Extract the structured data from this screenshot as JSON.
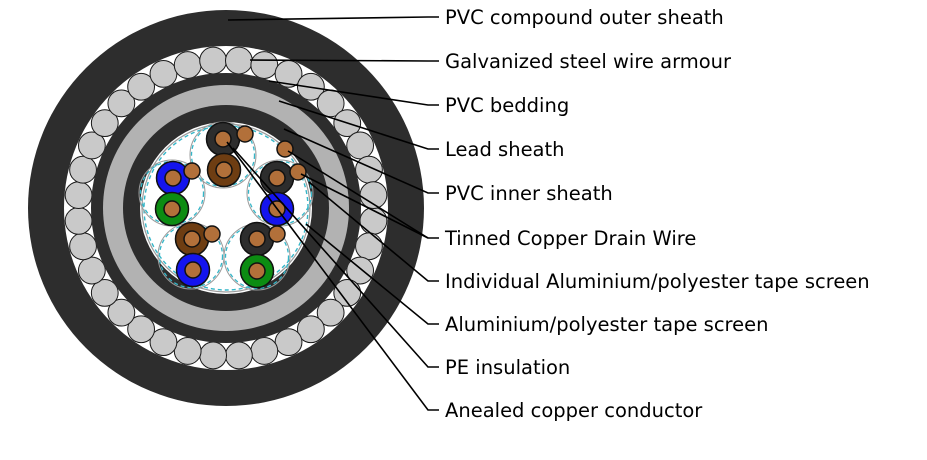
{
  "diagram": {
    "title": "armoured-cable-cross-section",
    "labels": [
      "PVC compound outer sheath",
      "Galvanized steel wire armour",
      "PVC bedding",
      "Lead sheath",
      "PVC inner sheath",
      "Tinned Copper Drain Wire",
      "Individual Aluminium/polyester tape screen",
      "Aluminium/polyester tape screen",
      "PE insulation",
      "Anealed copper conductor"
    ],
    "armour_wire_count": 36,
    "pair_count": 5,
    "pairs": [
      {
        "position": "top",
        "cores": [
          "black",
          "brown"
        ]
      },
      {
        "position": "left",
        "cores": [
          "blue",
          "green"
        ]
      },
      {
        "position": "right",
        "cores": [
          "black",
          "blue"
        ]
      },
      {
        "position": "bottom-left",
        "cores": [
          "brown",
          "blue"
        ]
      },
      {
        "position": "bottom-right",
        "cores": [
          "black",
          "green"
        ]
      }
    ],
    "drain_wires_per_pair": 1,
    "loose_drain_wires": 1,
    "colors": {
      "background": "#ffffff",
      "sheath": "#2d2d2d",
      "armour_wire": "#c9c9c9",
      "armour_stroke": "#1a1a1a",
      "lead": "#b2b2b2",
      "copper": "#b2703a",
      "screen_dash": "#35b6c8",
      "screen_solid": "#9a9a9a",
      "leader_line": "#000000",
      "label_text": "#000000",
      "insulation": {
        "black": "#2d2d2d",
        "brown": "#6e3d12",
        "blue": "#1414ee",
        "green": "#0c8c12"
      }
    }
  }
}
